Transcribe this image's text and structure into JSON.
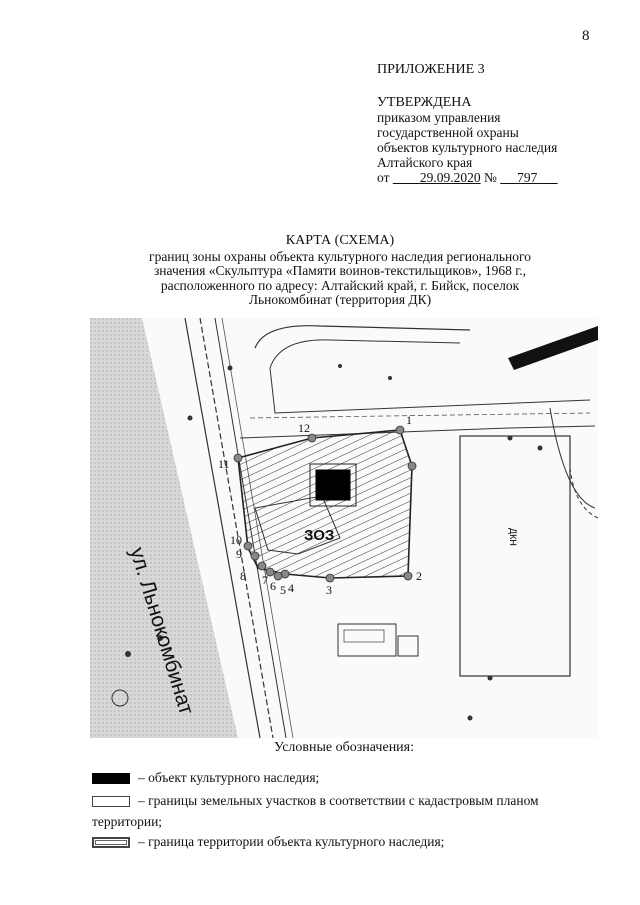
{
  "page_number": "8",
  "approval": {
    "appendix": "ПРИЛОЖЕНИЕ 3",
    "approved": "УТВЕРЖДЕНА",
    "line1": "приказом управления",
    "line2": "государственной охраны",
    "line3": "объектов культурного наследия",
    "line4": "Алтайского края",
    "date_prefix": "от",
    "date": "29.09.2020",
    "number_sign": "№",
    "number": "797"
  },
  "map_title": {
    "title": "КАРТА (СХЕМА)",
    "line1": "границ зоны охраны объекта культурного наследия регионального",
    "line2": "значения «Скульптура «Памяти воинов-текстильщиков», 1968 г.,",
    "line3": "расположенного по адресу: Алтайский край, г. Бийск, поселок",
    "line4": "Льнокомбинат (территория ДК)"
  },
  "map": {
    "street_label": "ул. Льнокомбинат",
    "zone_label": "ЗОЗ",
    "points": [
      "1",
      "2",
      "3",
      "4",
      "5",
      "6",
      "7",
      "8",
      "9",
      "10",
      "11",
      "12"
    ],
    "building_label": "ДКН"
  },
  "legend": {
    "title": "Условные обозначения:",
    "item1": "– объект культурного наследия;",
    "item2": "– границы земельных участков в соответствии с кадастровым планом",
    "item2_cont": "территории;",
    "item3": "– граница территории объекта культурного наследия;"
  }
}
